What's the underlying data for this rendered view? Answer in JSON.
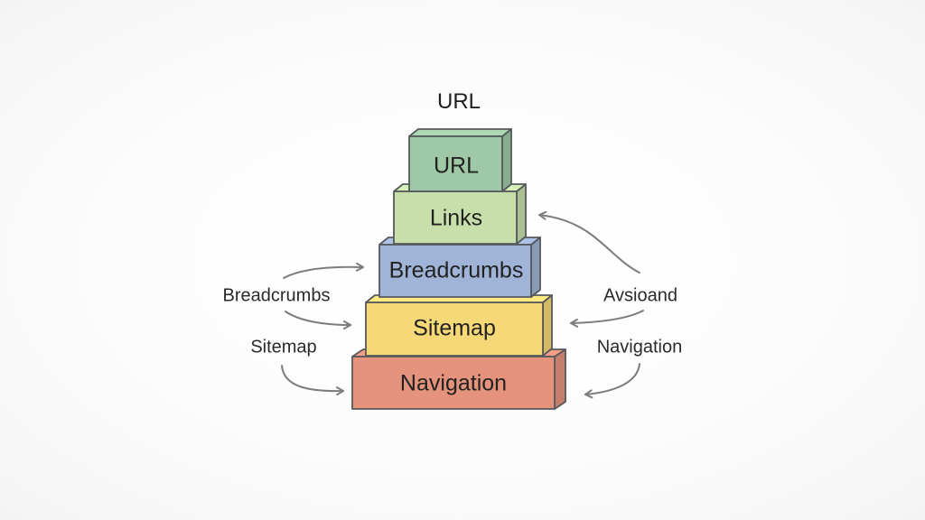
{
  "diagram": {
    "top_label": "URL",
    "blocks": [
      {
        "id": "url",
        "label": "URL",
        "color": "#9fc9a6"
      },
      {
        "id": "links",
        "label": "Links",
        "color": "#c7dfaa"
      },
      {
        "id": "breadcrumbs",
        "label": "Breadcrumbs",
        "color": "#9fb4d6"
      },
      {
        "id": "sitemap",
        "label": "Sitemap",
        "color": "#f7d877"
      },
      {
        "id": "navigation",
        "label": "Navigation",
        "color": "#e5937c"
      }
    ],
    "left_labels": [
      "Breadcrumbs",
      "Sitemap"
    ],
    "right_labels": [
      "Avsioand",
      "Navigation"
    ],
    "arrow_color": "#7d7d7d",
    "outline_color": "#55595c"
  }
}
